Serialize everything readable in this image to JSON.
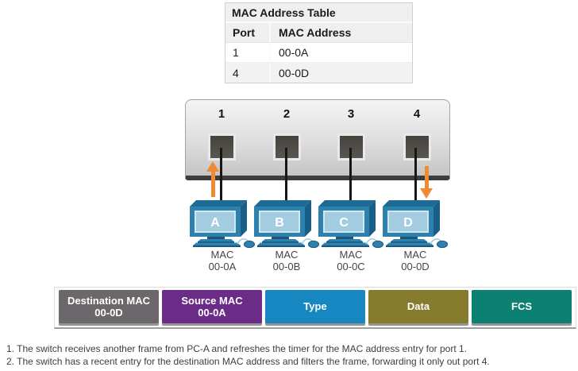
{
  "mac_table": {
    "title": "MAC Address Table",
    "col_port": "Port",
    "col_mac": "MAC Address",
    "rows": [
      {
        "port": "1",
        "mac": "00-0A"
      },
      {
        "port": "4",
        "mac": "00-0D"
      }
    ]
  },
  "switch": {
    "ports": [
      {
        "number": "1"
      },
      {
        "number": "2"
      },
      {
        "number": "3"
      },
      {
        "number": "4"
      }
    ]
  },
  "hosts": [
    {
      "letter": "A",
      "label": "MAC",
      "mac": "00-0A"
    },
    {
      "letter": "B",
      "label": "MAC",
      "mac": "00-0B"
    },
    {
      "letter": "C",
      "label": "MAC",
      "mac": "00-0C"
    },
    {
      "letter": "D",
      "label": "MAC",
      "mac": "00-0D"
    }
  ],
  "frame": {
    "fields": [
      {
        "label": "Destination MAC",
        "value": "00-0D",
        "color": "#6b676b"
      },
      {
        "label": "Source MAC",
        "value": "00-0A",
        "color": "#6a2c86"
      },
      {
        "label": "Type",
        "value": "",
        "color": "#1687c1"
      },
      {
        "label": "Data",
        "value": "",
        "color": "#867b2d"
      },
      {
        "label": "FCS",
        "value": "",
        "color": "#0c8173"
      }
    ]
  },
  "arrows": {
    "color": "#f18a30"
  },
  "notes": [
    "1. The switch receives another frame from PC-A and refreshes the timer for the MAC address entry for port 1.",
    "2. The switch has a recent entry for the destination MAC address and filters the frame, forwarding it only out port 4."
  ]
}
